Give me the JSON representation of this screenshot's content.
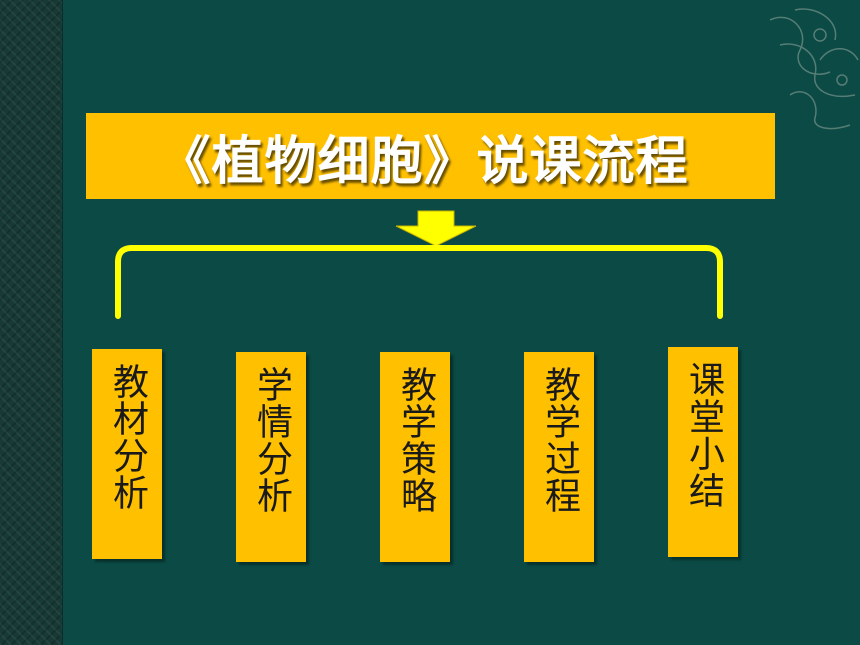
{
  "title": "《植物细胞》说课流程",
  "steps": [
    {
      "label": "教材分析"
    },
    {
      "label": "学情分析"
    },
    {
      "label": "教学策略"
    },
    {
      "label": "教学过程"
    },
    {
      "label": "课堂小结"
    }
  ],
  "colors": {
    "background": "#0b4a45",
    "box_fill": "#ffc000",
    "bracket": "#ffff00",
    "title_text": "#ffffff",
    "step_text": "#1a1a1a"
  },
  "icons": [
    "decorative-ornament-icon",
    "down-arrow-icon"
  ]
}
